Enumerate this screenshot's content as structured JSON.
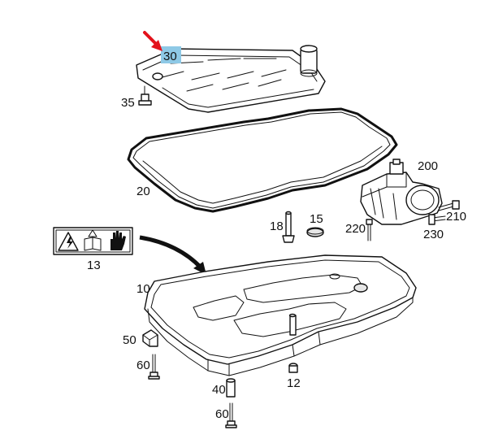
{
  "colors": {
    "highlight": "#8ec9e6",
    "arrow": "#e3121b",
    "line": "#111111"
  },
  "parts": {
    "filter": "30",
    "screw_35": "35",
    "gasket": "20",
    "actuator": "200",
    "pin_18": "18",
    "plug_15": "15",
    "bolt_220": "220",
    "bolt_210": "210",
    "bolt_230": "230",
    "warning_label": "13",
    "oil_pan": "10",
    "clip_50": "50",
    "bolt_60_top": "60",
    "drain_plug": "12",
    "sleeve_40": "40",
    "bolt_60_bottom": "60"
  }
}
